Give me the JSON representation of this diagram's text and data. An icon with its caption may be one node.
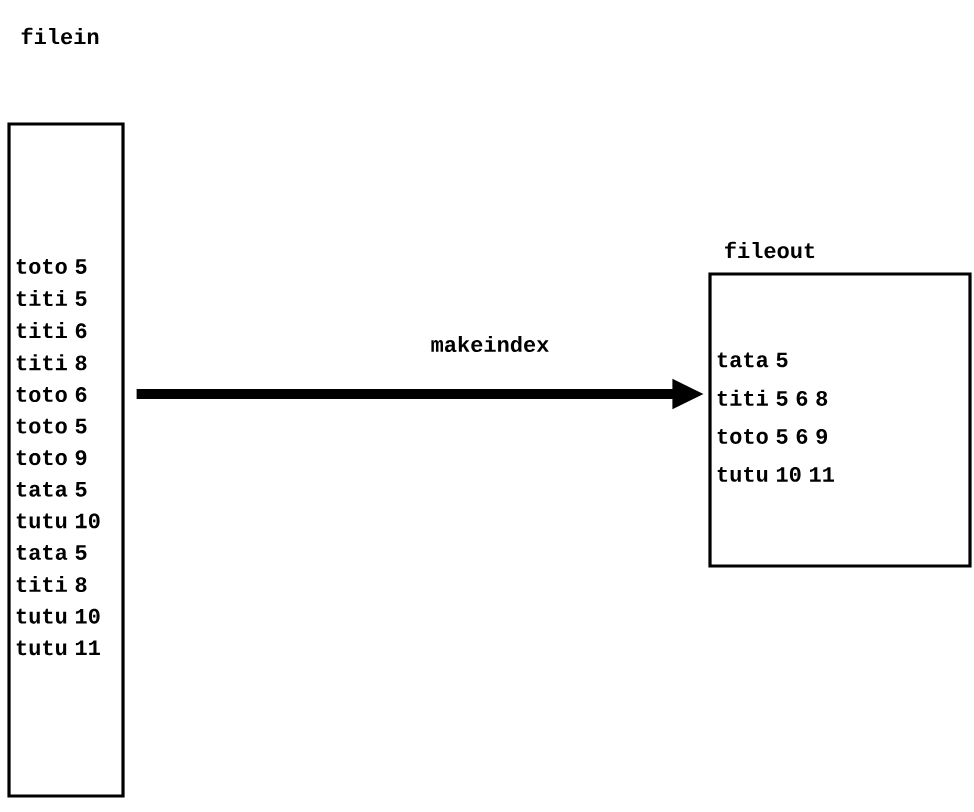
{
  "diagram": {
    "nodes": [
      {
        "text": [
          "filein",
          "toto 5",
          "titi 5",
          "titi 6",
          "titi 8",
          "toto 6",
          "toto 5",
          "toto 9",
          "tata 5",
          "tutu 10",
          "tata 5",
          "titi 8",
          "tutu 10",
          "tutu 11"
        ]
      },
      {
        "text": [
          "fileout",
          "tata 5",
          "titi 5 6 8",
          "toto 5 6 9",
          "tutu 10 11"
        ]
      }
    ],
    "edges": [
      {
        "from": 0,
        "to": 1,
        "arrow": "to",
        "label": "makeindex"
      }
    ]
  }
}
